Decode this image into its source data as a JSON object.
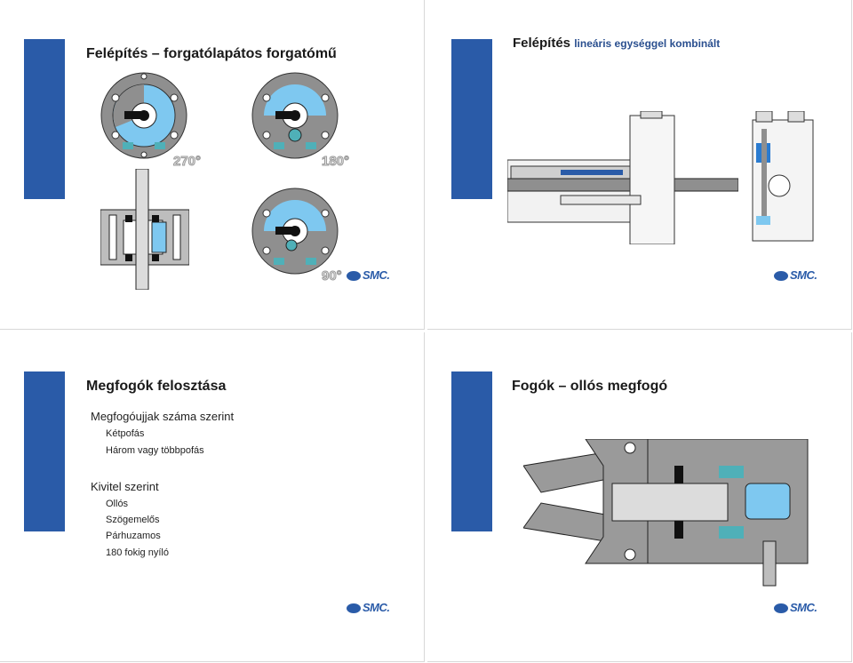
{
  "slides": {
    "s1": {
      "title": "Felépítés – forgatólapátos forgatómű",
      "angle_270": "270°",
      "angle_180": "180°",
      "angle_90": "90°",
      "logo": "SMC."
    },
    "s2": {
      "title_main": "Felépítés",
      "title_sub": "lineáris egységgel kombinált",
      "logo": "SMC."
    },
    "s3": {
      "title": "Megfogók felosztása",
      "h1": "Megfogóujjak száma szerint",
      "list1": [
        "Kétpofás",
        "Három vagy többpofás"
      ],
      "h2": "Kivitel szerint",
      "list2": [
        "Ollós",
        "Szögemelős",
        "Párhuzamos",
        "180 fokig nyíló"
      ],
      "logo": "SMC."
    },
    "s4": {
      "title": "Fogók – ollós megfogó",
      "logo": "SMC."
    }
  },
  "colors": {
    "accent_bar": "#2a5ba8",
    "light_blue": "#7ec8f0",
    "teal": "#4fb0b8",
    "gray": "#9a9a9a"
  }
}
